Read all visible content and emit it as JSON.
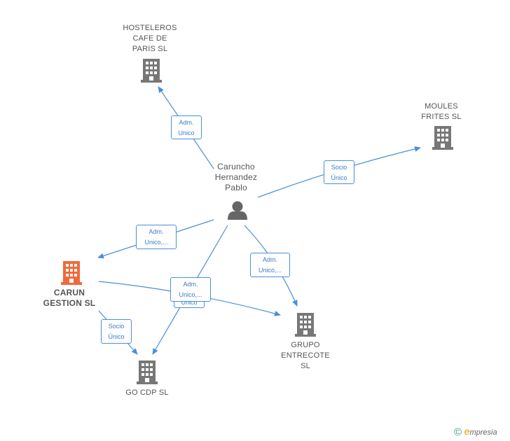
{
  "colors": {
    "edge": "#4a8fd6",
    "building": "#777777",
    "focus_building": "#f06a3c",
    "person": "#666666"
  },
  "nodes": {
    "hosteleros": {
      "label": "HOSTELEROS\nCAFE DE\nPARIS  SL",
      "icon": "building-icon"
    },
    "moules": {
      "label": "MOULES\nFRITES  SL",
      "icon": "building-icon"
    },
    "person": {
      "label": "Caruncho\nHernandez\nPablo",
      "icon": "person-icon"
    },
    "carun": {
      "label": "CARUN\nGESTION  SL",
      "icon": "building-icon"
    },
    "grupo": {
      "label": "GRUPO\nENTRECOTE\nSL",
      "icon": "building-icon"
    },
    "gocdp": {
      "label": "GO CDP  SL",
      "icon": "building-icon"
    }
  },
  "edges": {
    "to_hosteleros": "Adm.\nUnico",
    "to_moules": "Socio\nÚnico",
    "to_carun": "Adm.\nUnico,...",
    "to_grupo": "Adm.\nUnico,...",
    "to_gocdp_hidden": "Unico",
    "carun_to_grupo": "Adm.\nUnico,...",
    "carun_to_gocdp": "Socio\nÚnico"
  },
  "footer": {
    "copyright": "©",
    "brand_initial": "e",
    "brand_rest": "mpresia"
  }
}
